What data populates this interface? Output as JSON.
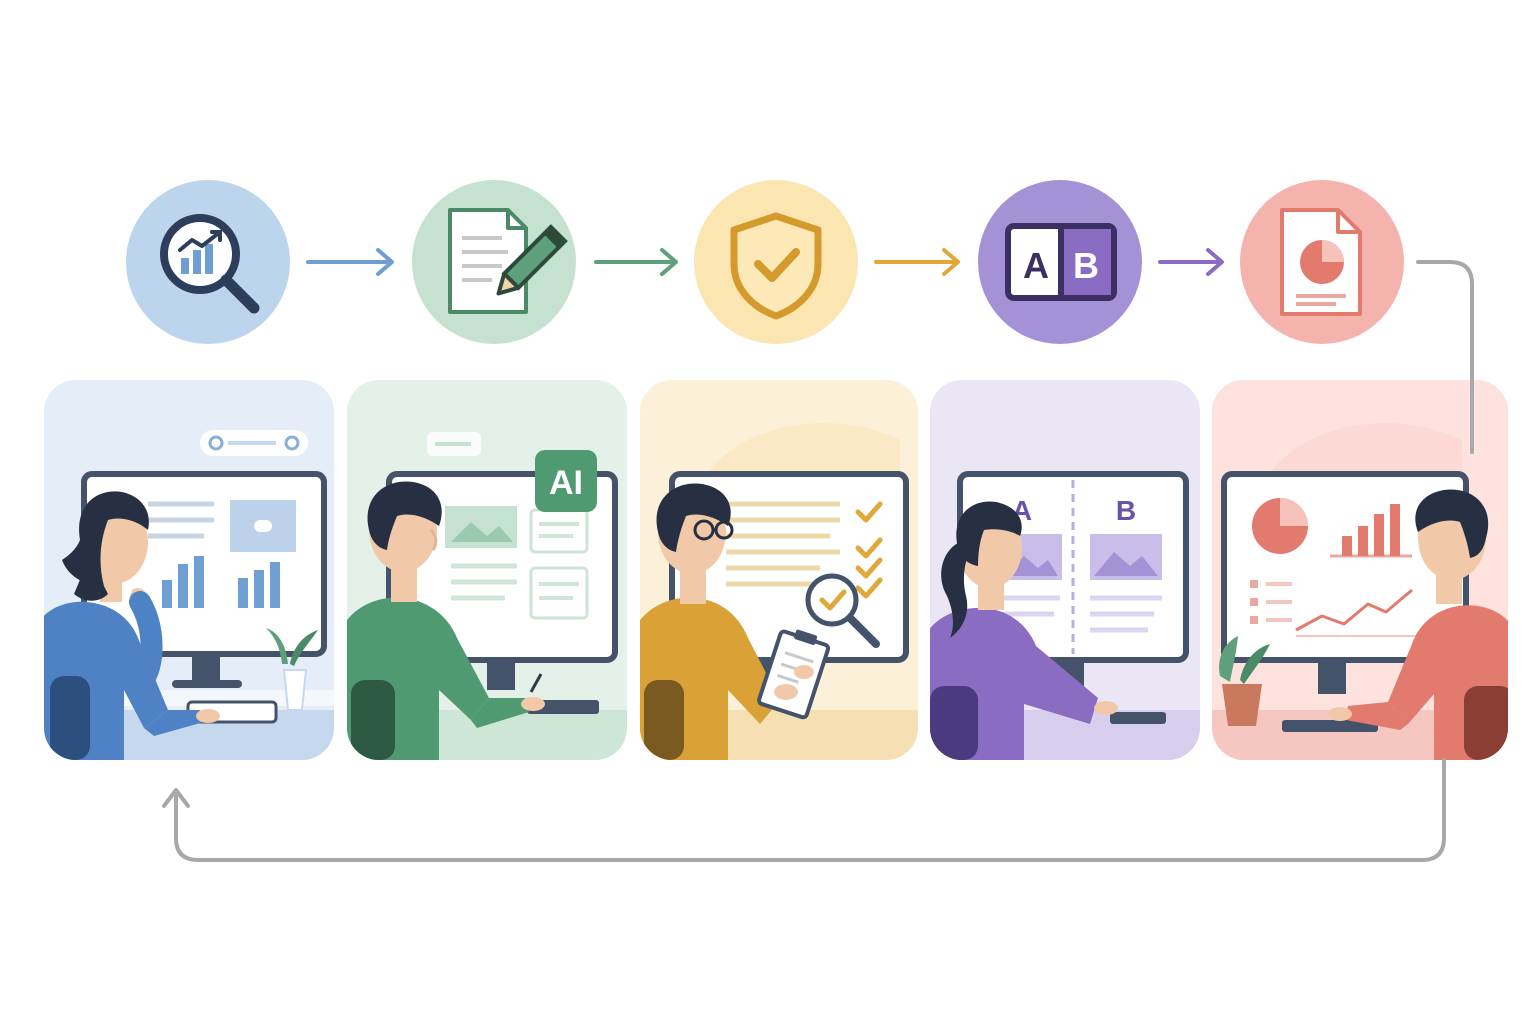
{
  "colors": {
    "research": "#6f9fd2",
    "create": "#5fa07c",
    "review": "#e0a83a",
    "test": "#8a6cc2",
    "report": "#e27a6e",
    "loop": "#a8a8a8"
  },
  "stages": [
    {
      "icon": "magnifier-chart-icon",
      "color": "#6f9fd2"
    },
    {
      "icon": "document-pencil-icon",
      "color": "#5fa07c"
    },
    {
      "icon": "shield-check-icon",
      "color": "#e0a83a"
    },
    {
      "icon": "ab-split-icon",
      "color": "#8a6cc2",
      "label_a": "A",
      "label_b": "B"
    },
    {
      "icon": "document-pie-chart-icon",
      "color": "#e27a6e"
    }
  ],
  "panels": {
    "create": {
      "badge": "AI"
    },
    "test": {
      "label_a": "A",
      "label_b": "B"
    }
  }
}
